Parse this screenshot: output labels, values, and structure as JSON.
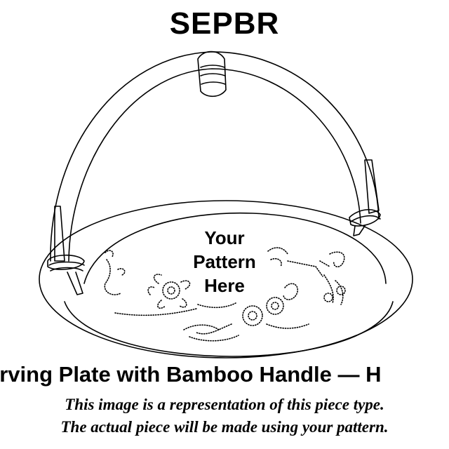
{
  "header": {
    "code": "SEPBR"
  },
  "illustration": {
    "icon": "basket-plate-drawing",
    "pattern_lines": [
      "Your",
      "Pattern",
      "Here"
    ]
  },
  "product": {
    "name": "erving Plate with Bamboo Handle — H"
  },
  "disclaimer": {
    "line1": "This image is a representation of this piece type.",
    "line2": "The actual piece will be made using your pattern."
  }
}
